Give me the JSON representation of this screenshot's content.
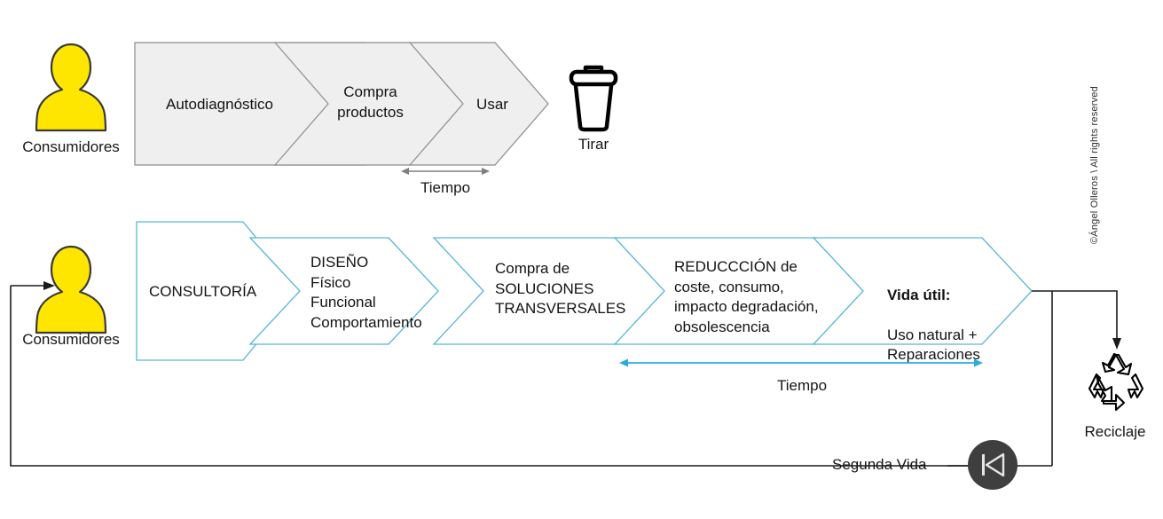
{
  "diagram": {
    "title_hidden": "",
    "colors": {
      "chevron_gray_fill": "#efefef",
      "chevron_gray_stroke": "#8c8c8c",
      "chevron_blue_stroke": "#56b6d8",
      "accent_blue": "#29abe2",
      "person_yellow": "#ffe600",
      "person_outline": "#3a3a3a",
      "line_black": "#000000",
      "line_gray": "#7f7f7f",
      "circle_gray": "#3f3f3f"
    },
    "top_row": {
      "actor": {
        "icon": "person-icon",
        "label": "Consumidores"
      },
      "steps": [
        {
          "label": "Autodiagnóstico"
        },
        {
          "label": "Compra\nproductos"
        },
        {
          "label": "Usar"
        }
      ],
      "end_icon": {
        "icon": "trash-bin-icon",
        "label": "Tirar"
      },
      "time_marker": {
        "label": "Tiempo",
        "icon": "double-arrow-icon"
      }
    },
    "bottom_row": {
      "actor": {
        "icon": "person-icon",
        "label": "Consumidores"
      },
      "steps": [
        {
          "label": "CONSULTORÍA",
          "bold_first_line": false
        },
        {
          "label": "DISEÑO\nFísico\nFuncional\nComportamiento",
          "bold_first_line": false
        },
        {
          "label": "Compra de\nSOLUCIONES\nTRANSVERSALES",
          "bold_first_line": false
        },
        {
          "label": "REDUCCCIÓN de\ncoste, consumo,\nimpacto degradación,\nobsolescencia",
          "bold_first_line": false
        },
        {
          "label_bold": "Vida útil:",
          "label": "Uso natural  +\nReparaciones",
          "bold_first_line": true
        }
      ],
      "time_marker": {
        "label": "Tiempo",
        "icon": "double-arrow-icon"
      },
      "end_icon": {
        "icon": "recycling-icon",
        "label": "Reciclaje"
      },
      "loop": {
        "label": "Segunda Vida",
        "icon": "skip-to-start-icon"
      }
    },
    "footer": {
      "copyright": "©Ángel Olleros \\ All rights reserved"
    }
  }
}
